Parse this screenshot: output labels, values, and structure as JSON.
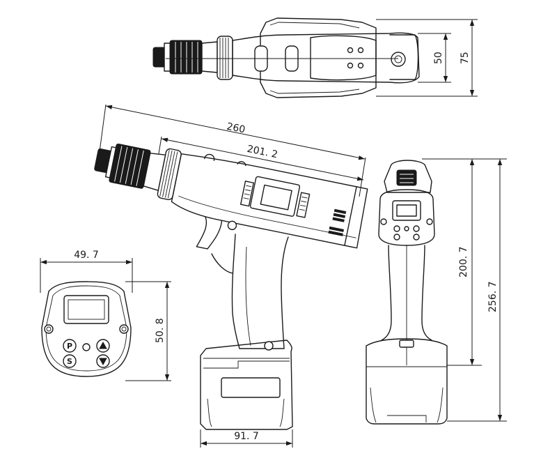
{
  "dimensions": {
    "top_width_inner": "50",
    "top_width_outer": "75",
    "side_length_overall": "260",
    "side_length_body": "201. 2",
    "panel_width": "49. 7",
    "panel_height": "50. 8",
    "front_height_body": "200. 7",
    "front_height_overall": "256. 7",
    "battery_width": "91. 7"
  },
  "keypad": {
    "p_key": "P",
    "s_key": "S"
  }
}
